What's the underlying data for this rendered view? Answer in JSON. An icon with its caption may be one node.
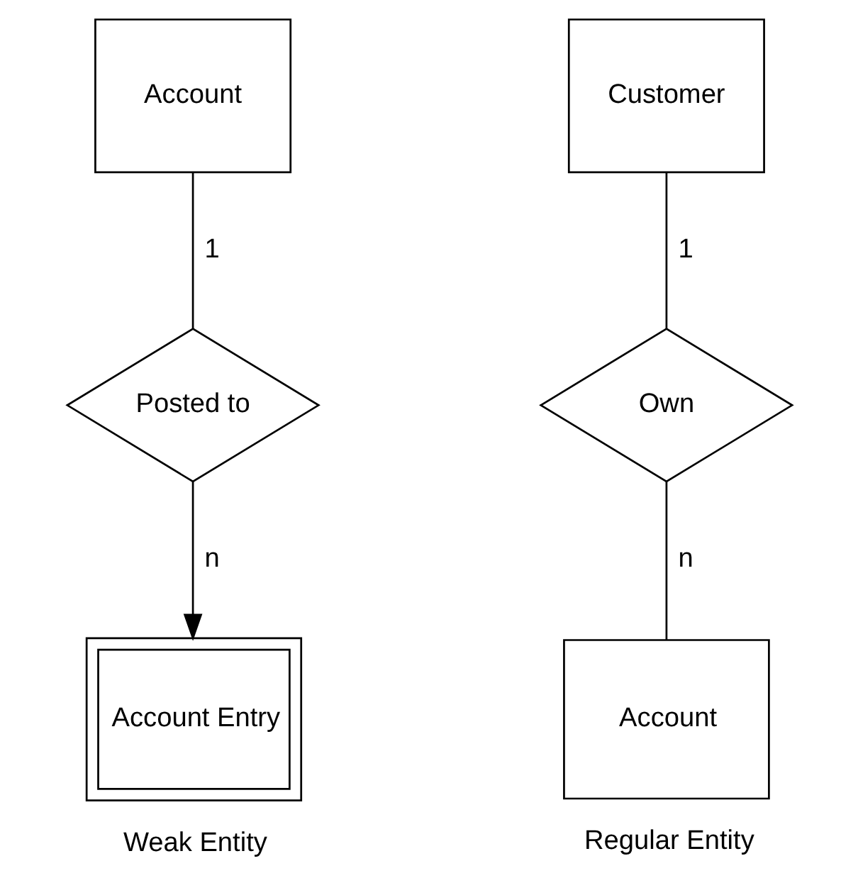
{
  "diagram": {
    "nodes": [
      {
        "text": [
          "Account"
        ]
      },
      {
        "text": [
          "Posted to"
        ]
      },
      {
        "text": [
          "Account Entry"
        ],
        "beside": [
          "Weak Entity"
        ]
      },
      {
        "text": [
          "Customer"
        ]
      },
      {
        "text": [
          "Own"
        ]
      },
      {
        "text": [
          "Account"
        ],
        "beside": [
          "Regular Entity"
        ]
      }
    ],
    "edges": [
      {
        "from": 0,
        "to": 1,
        "arrow": "none",
        "label": "1"
      },
      {
        "from": 1,
        "to": 2,
        "arrow": "to",
        "label": "n"
      },
      {
        "from": 3,
        "to": 4,
        "arrow": "none",
        "label": "1"
      },
      {
        "from": 4,
        "to": 5,
        "arrow": "none",
        "label": "n"
      }
    ]
  }
}
